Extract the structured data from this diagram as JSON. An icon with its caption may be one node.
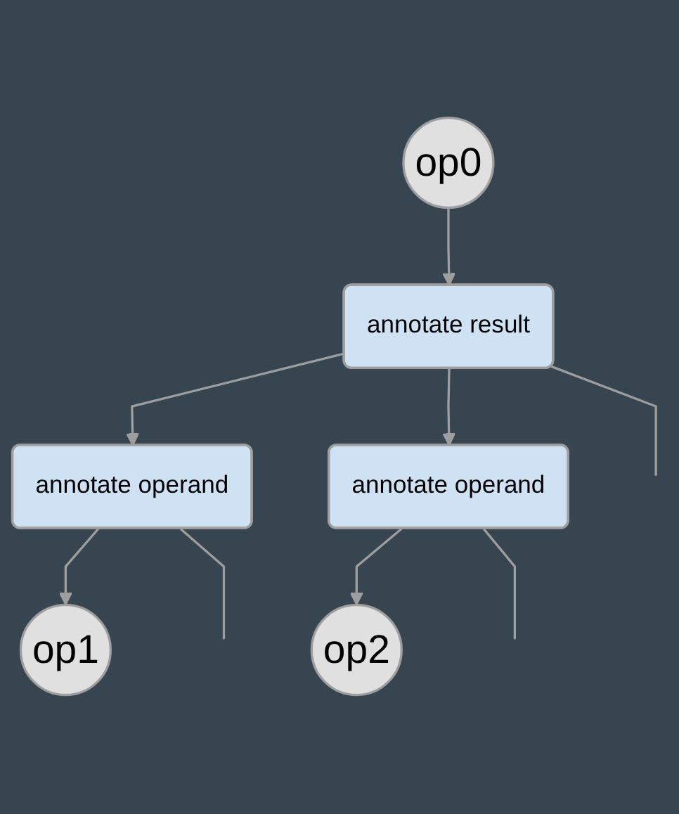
{
  "diagram": {
    "nodes": [
      {
        "text": [
          "op0"
        ]
      },
      {
        "text": [
          "annotate result"
        ]
      },
      {
        "text": [
          "annotate operand"
        ]
      },
      {
        "text": [
          "annotate operand"
        ]
      },
      {
        "text": [
          "op1"
        ]
      },
      {
        "text": [
          "op2"
        ]
      }
    ],
    "edges": [
      {
        "from": 0,
        "to": 1,
        "arrow": "to"
      },
      {
        "from": 1,
        "to": 2,
        "arrow": "to"
      },
      {
        "from": 1,
        "to": 3,
        "arrow": "to"
      },
      {
        "from": 2,
        "to": 4,
        "arrow": "to"
      },
      {
        "from": 3,
        "to": 5,
        "arrow": "to"
      },
      {
        "from": 1,
        "to": null,
        "arrow": "none"
      },
      {
        "from": 2,
        "to": null,
        "arrow": "none"
      },
      {
        "from": 3,
        "to": null,
        "arrow": "none"
      }
    ]
  }
}
